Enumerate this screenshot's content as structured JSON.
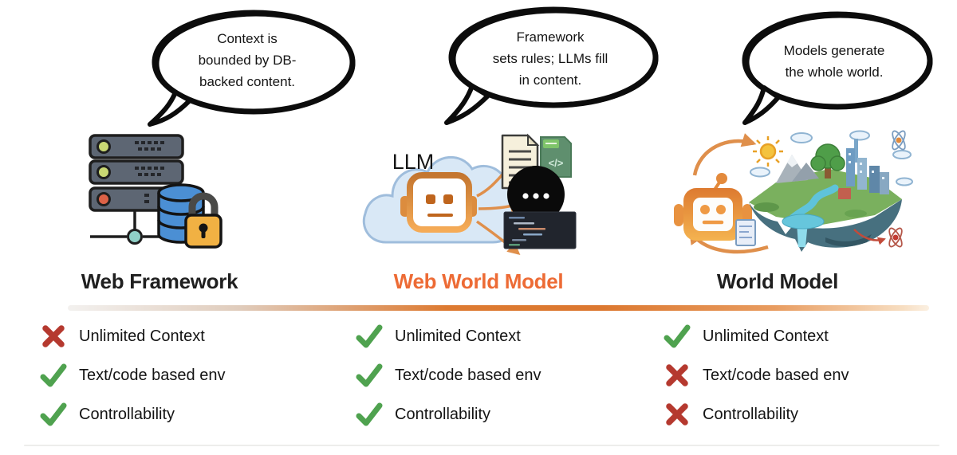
{
  "figure": {
    "columns": [
      {
        "title": "Web Framework",
        "title_color": "#1f1f1f",
        "bubble_lines": [
          "Context is",
          "bounded by DB-",
          "backed content."
        ],
        "illustration": "database-server-with-lock",
        "features": [
          {
            "status": "cross",
            "label": "Unlimited Context"
          },
          {
            "status": "check",
            "label": "Text/code based env"
          },
          {
            "status": "check",
            "label": "Controllability"
          }
        ]
      },
      {
        "title": "Web World Model",
        "title_color": "#ed6b35",
        "bubble_lines": [
          "Framework",
          "sets rules; LLMs fill",
          "in content."
        ],
        "illustration": "llm-cloud-filling-content",
        "cloud_label": "LLM",
        "code_file_glyph": "</>",
        "features": [
          {
            "status": "check",
            "label": "Unlimited Context"
          },
          {
            "status": "check",
            "label": "Text/code based env"
          },
          {
            "status": "check",
            "label": "Controllability"
          }
        ]
      },
      {
        "title": "World Model",
        "title_color": "#1f1f1f",
        "bubble_lines": [
          "Models generate",
          "the whole world."
        ],
        "illustration": "model-generated-world",
        "features": [
          {
            "status": "check",
            "label": "Unlimited Context"
          },
          {
            "status": "cross",
            "label": "Text/code based env"
          },
          {
            "status": "cross",
            "label": "Controllability"
          }
        ]
      }
    ],
    "colors": {
      "accent_orange": "#ed6b35",
      "check_green": "#4fa24f",
      "cross_red": "#b5392f"
    }
  }
}
